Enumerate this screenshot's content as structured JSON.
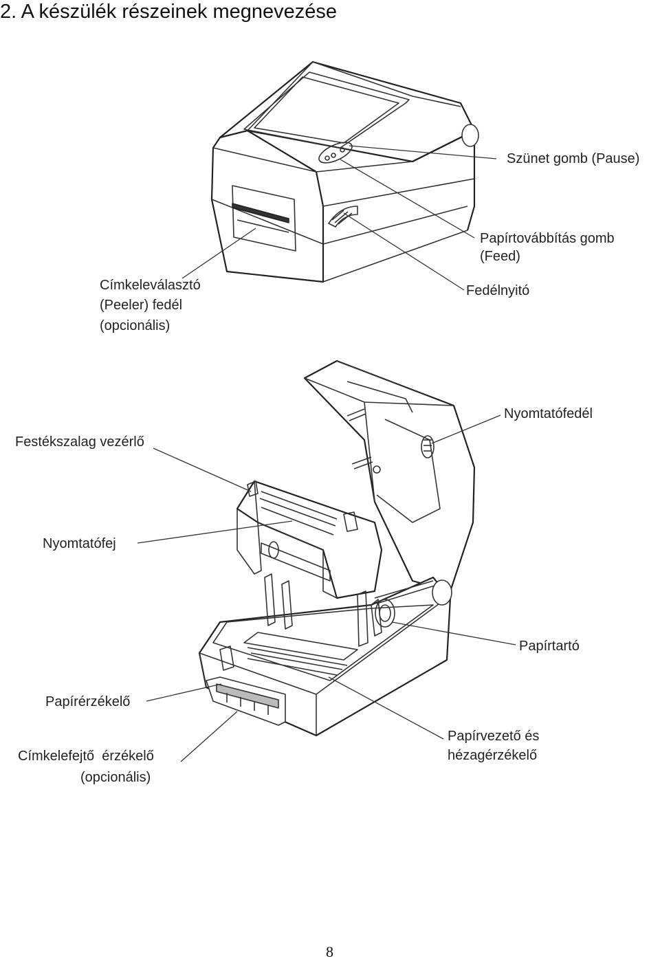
{
  "heading": "2. A készülék részeinek megnevezése",
  "labels": {
    "pause_button": "Szünet gomb (Pause)",
    "feed_button_line1": "Papírtovábbítás gomb",
    "feed_button_line2": "(Feed)",
    "cover_opener": "Fedélnyitó",
    "peeler_line1": "Címkeleválasztó",
    "peeler_line2": "(Peeler) fedél",
    "peeler_line3": "(opcionális)",
    "printer_cover": "Nyomtatófedél",
    "ribbon_guide": "Festékszalag vezérlő",
    "print_head": "Nyomtatófej",
    "paper_holder": "Papírtartó",
    "paper_sensor": "Papírérzékelő",
    "label_sensor_line1": "Címkelefejtő  érzékelő",
    "label_sensor_line2": "(opcionális)",
    "paper_guide_line1": "Papírvezető és",
    "paper_guide_line2": "hézagérzékelő"
  },
  "page_number": "8"
}
